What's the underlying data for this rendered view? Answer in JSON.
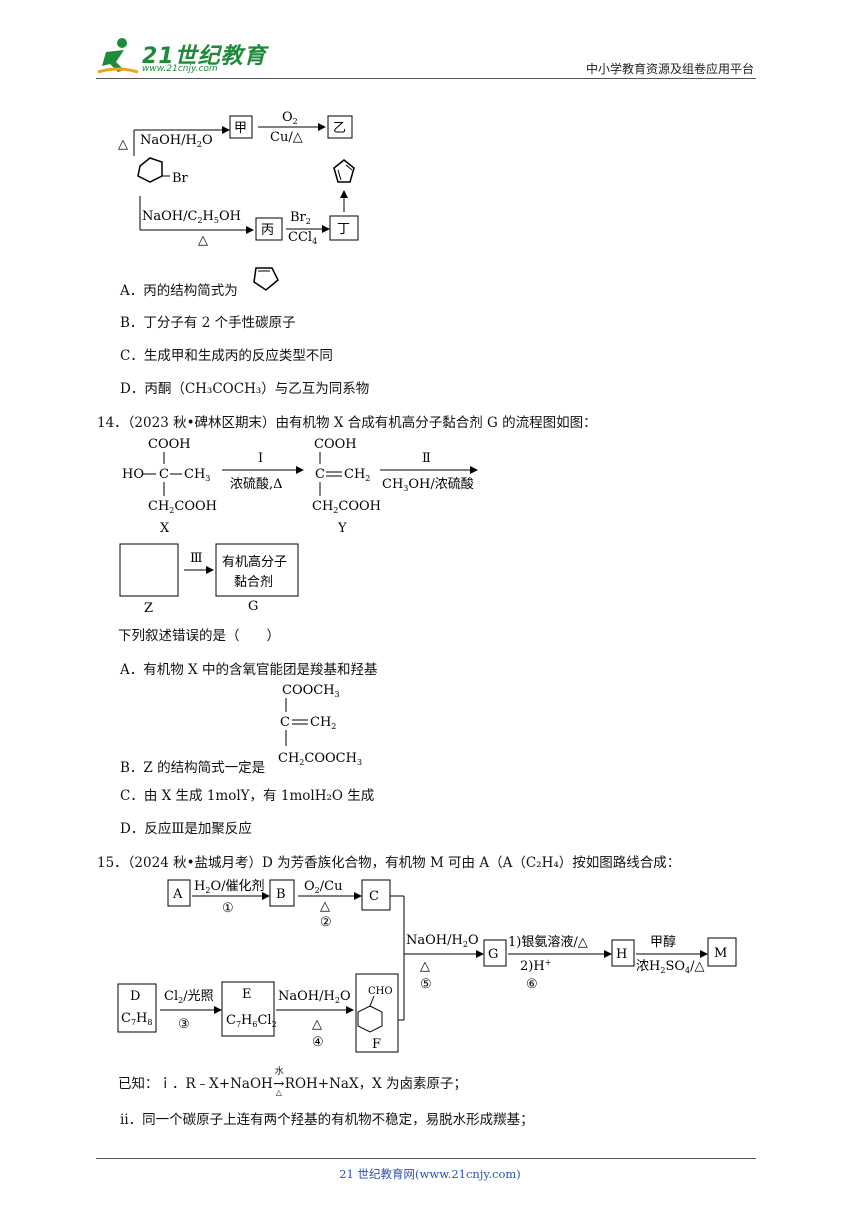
{
  "header": {
    "logo_text": "21世纪教育",
    "logo_url": "www.21cnjy.com",
    "right_text": "中小学教育资源及组卷应用平台"
  },
  "q13": {
    "diagram": {
      "heat": "△",
      "reagent_top": "NaOH/H",
      "o_suffix": "O",
      "jia": "甲",
      "o2": "O",
      "cu": "Cu/△",
      "yi": "乙",
      "br": "Br",
      "reagent_bottom": "NaOH/C",
      "h5oh": "H",
      "oh": "OH",
      "bing": "丙",
      "br2": "Br",
      "ccl4": "CCl",
      "ding": "丁",
      "sub2": "2",
      "sub4": "4",
      "sub5": "5"
    },
    "options": {
      "A": "A．丙的结构简式为",
      "B": "B．丁分子有 2 个手性碳原子",
      "C": "C．生成甲和生成丙的反应类型不同",
      "D": "D．丙酮（CH₃COCH₃）与乙互为同系物"
    }
  },
  "q14": {
    "stem": "14．（2023 秋•碑林区期末）由有机物 X 合成有机高分子黏合剂 G 的流程图如图：",
    "diagram": {
      "cooh": "COOH",
      "ho": "HO",
      "c": "C",
      "ch3": "CH",
      "step1": "I",
      "cond1": "浓硫酸,Δ",
      "ch2": "CH",
      "ch2cooh": "CH",
      "ch2cooh_tail": "COOH",
      "x": "X",
      "y": "Y",
      "step2": "Ⅱ",
      "cond2": "CH",
      "cond2b": "OH/浓硫酸",
      "step3": "Ⅲ",
      "g_line1": "有机高分子",
      "g_line2": "黏合剂",
      "z": "Z",
      "g": "G",
      "sub2": "2",
      "sub3": "3"
    },
    "question": "下列叙述错误的是（　　）",
    "options": {
      "A": "A．有机物 X 中的含氧官能团是羧基和羟基",
      "B": "B．Z 的结构简式一定是",
      "C": "C．由 X 生成 1molY，有 1molH₂O 生成",
      "D": "D．反应Ⅲ是加聚反应"
    },
    "b_struct": {
      "cooch3": "COOCH",
      "c": "C",
      "ch2": "CH",
      "ch2cooch3": "CH",
      "tail": "COOCH",
      "sub2": "2",
      "sub3": "3"
    }
  },
  "q15": {
    "stem": "15．（2024 秋•盐城月考）D 为芳香族化合物，有机物 M 可由 A（A（C₂H₄）按如图路线合成：",
    "diagram": {
      "a": "A",
      "b": "B",
      "c": "C",
      "d": "D",
      "e": "E",
      "f": "F",
      "g": "G",
      "h": "H",
      "m": "M",
      "r1": "H",
      "r1b": "O/催化剂",
      "n1": "①",
      "r2": "O",
      "r2b": "/Cu",
      "heat": "△",
      "n2": "②",
      "r5": "NaOH/H",
      "r5b": "O",
      "n5": "⑤",
      "r6a": "1)银氨溶液/△",
      "r6b": "2)H",
      "plus": "+",
      "n6": "⑥",
      "r7a": "甲醇",
      "r7b": "浓H",
      "r7c": "SO",
      "r7d": "/△",
      "r3": "Cl",
      "r3b": "/光照",
      "n3": "③",
      "r4": "NaOH/H",
      "r4b": "O",
      "n4": "④",
      "d_formula": "C",
      "d_h": "H",
      "e_formula": "C",
      "e_h": "H",
      "e_cl": "Cl",
      "cho": "CHO",
      "sub2": "2",
      "sub4": "4",
      "sub6": "6",
      "sub7": "7",
      "sub8": "8"
    },
    "known_i": "已知：ｉ．R﹣X+NaOH",
    "known_i_arrow": "→",
    "known_i_water": "水",
    "known_i_heat": "△",
    "known_i_tail": "ROH+NaX，X 为卤素原子；",
    "known_ii": "ⅱ．同一个碳原子上连有两个羟基的有机物不稳定，易脱水形成羰基；"
  },
  "footer": "21 世纪教育网(www.21cnjy.com)"
}
